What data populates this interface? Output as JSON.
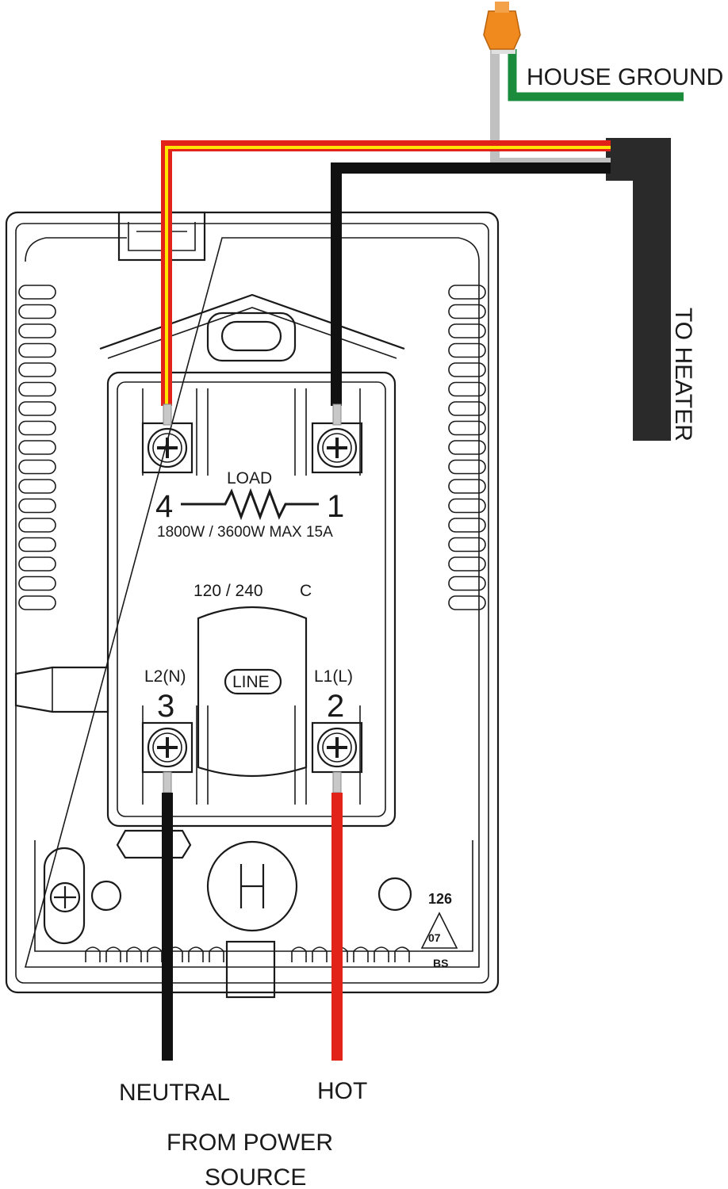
{
  "labels": {
    "house_ground": "HOUSE GROUND",
    "to_heater": "TO HEATER",
    "load": "LOAD",
    "rating": "1800W / 3600W MAX 15A",
    "voltage": "120 / 240",
    "c_mark": "C",
    "line": "LINE",
    "l2n": "L2(N)",
    "l1l": "L1(L)",
    "neutral": "NEUTRAL",
    "hot": "HOT",
    "from_power_1": "FROM POWER",
    "from_power_2": "SOURCE",
    "recycle_top": "126",
    "recycle_mid": "07",
    "recycle_bot": "BS"
  },
  "terminals": {
    "t4": "4",
    "t1": "1",
    "t3": "3",
    "t2": "2"
  },
  "colors": {
    "hot_wire": "#e2231a",
    "yellow_stripe": "#ffe500",
    "neutral_wire": "#111111",
    "ground_wire": "#1a8c3c",
    "bare_wire": "#c0c0c0",
    "wire_nut": "#f08a1e",
    "heater_cable": "#2a2a2a"
  }
}
